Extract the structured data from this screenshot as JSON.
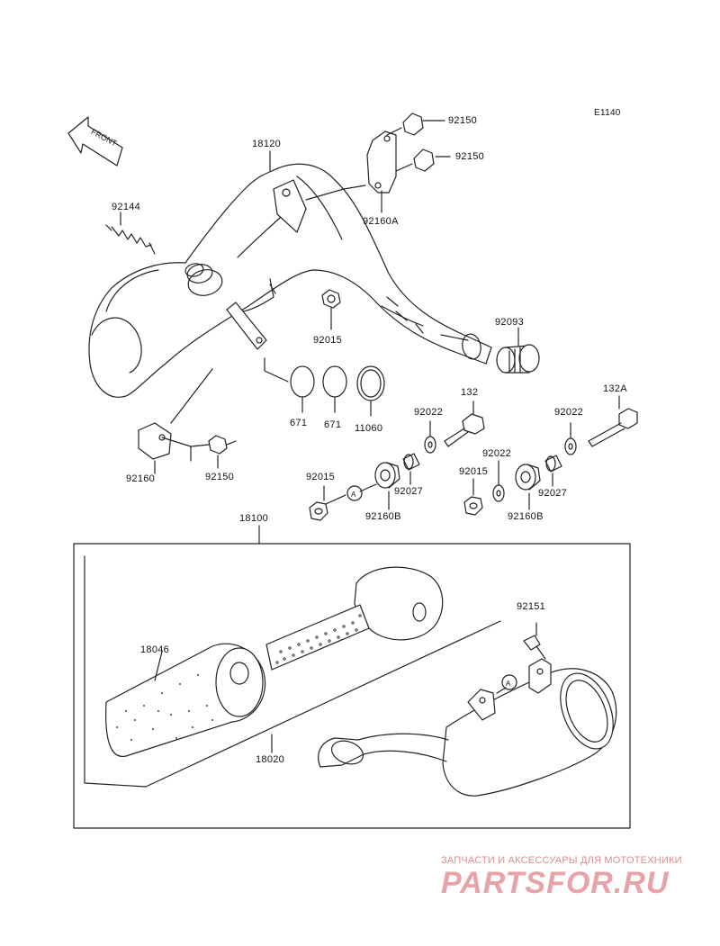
{
  "diagram_code": "E1140",
  "front_label": "FRONT",
  "callout_a": "A",
  "watermark": {
    "tagline": "ЗАПЧАСТИ И АКСЕССУАРЫ ДЛЯ МОТОТЕХНИКИ",
    "brand": "PARTSFOR.RU"
  },
  "parts": {
    "p18120": "18120",
    "p92150_top": "92150",
    "p92150_mid": "92150",
    "p92160A": "92160A",
    "p92144": "92144",
    "p92015_upper": "92015",
    "p92093": "92093",
    "p671_a": "671",
    "p671_b": "671",
    "p11060": "11060",
    "p132": "132",
    "p92022_a": "92022",
    "p132A": "132A",
    "p92022_b": "92022",
    "p92022_c": "92022",
    "p92160": "92160",
    "p92150_low": "92150",
    "p92015_a": "92015",
    "p92027_a": "92027",
    "p92015_b": "92015",
    "p92027_b": "92027",
    "p92160B_a": "92160B",
    "p92160B_b": "92160B",
    "p18100": "18100",
    "p92151": "92151",
    "p18046": "18046",
    "p18020": "18020"
  }
}
